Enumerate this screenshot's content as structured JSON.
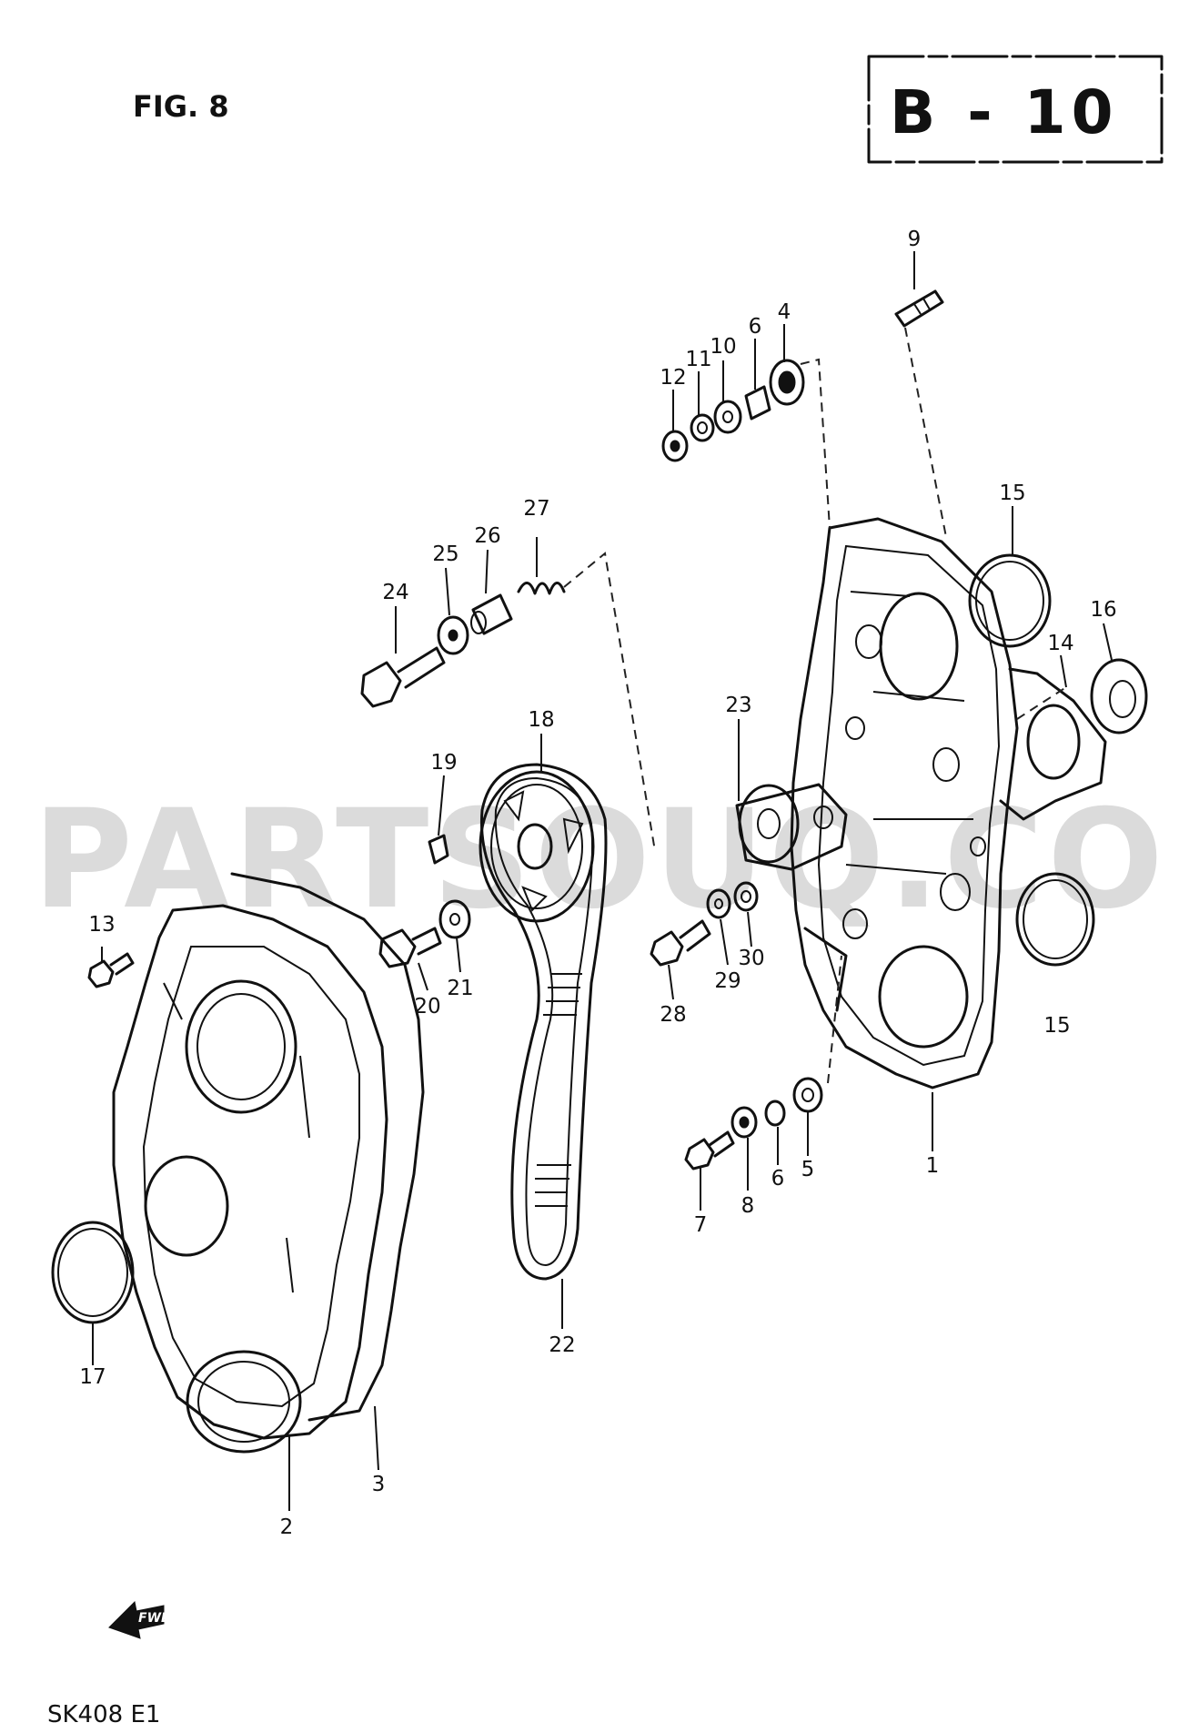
{
  "header": {
    "fig_label": "FIG. 8",
    "section_code": "B - 10"
  },
  "watermark": "PARTSOUQ.COM",
  "footer": {
    "drawing_code": "SK408 E1",
    "forward_mark": "FWD"
  },
  "callouts": [
    "1",
    "2",
    "3",
    "4",
    "5",
    "6",
    "6",
    "7",
    "8",
    "9",
    "10",
    "11",
    "12",
    "13",
    "14",
    "15",
    "15",
    "16",
    "17",
    "18",
    "19",
    "20",
    "21",
    "22",
    "23",
    "24",
    "25",
    "26",
    "27",
    "28",
    "29",
    "30"
  ]
}
